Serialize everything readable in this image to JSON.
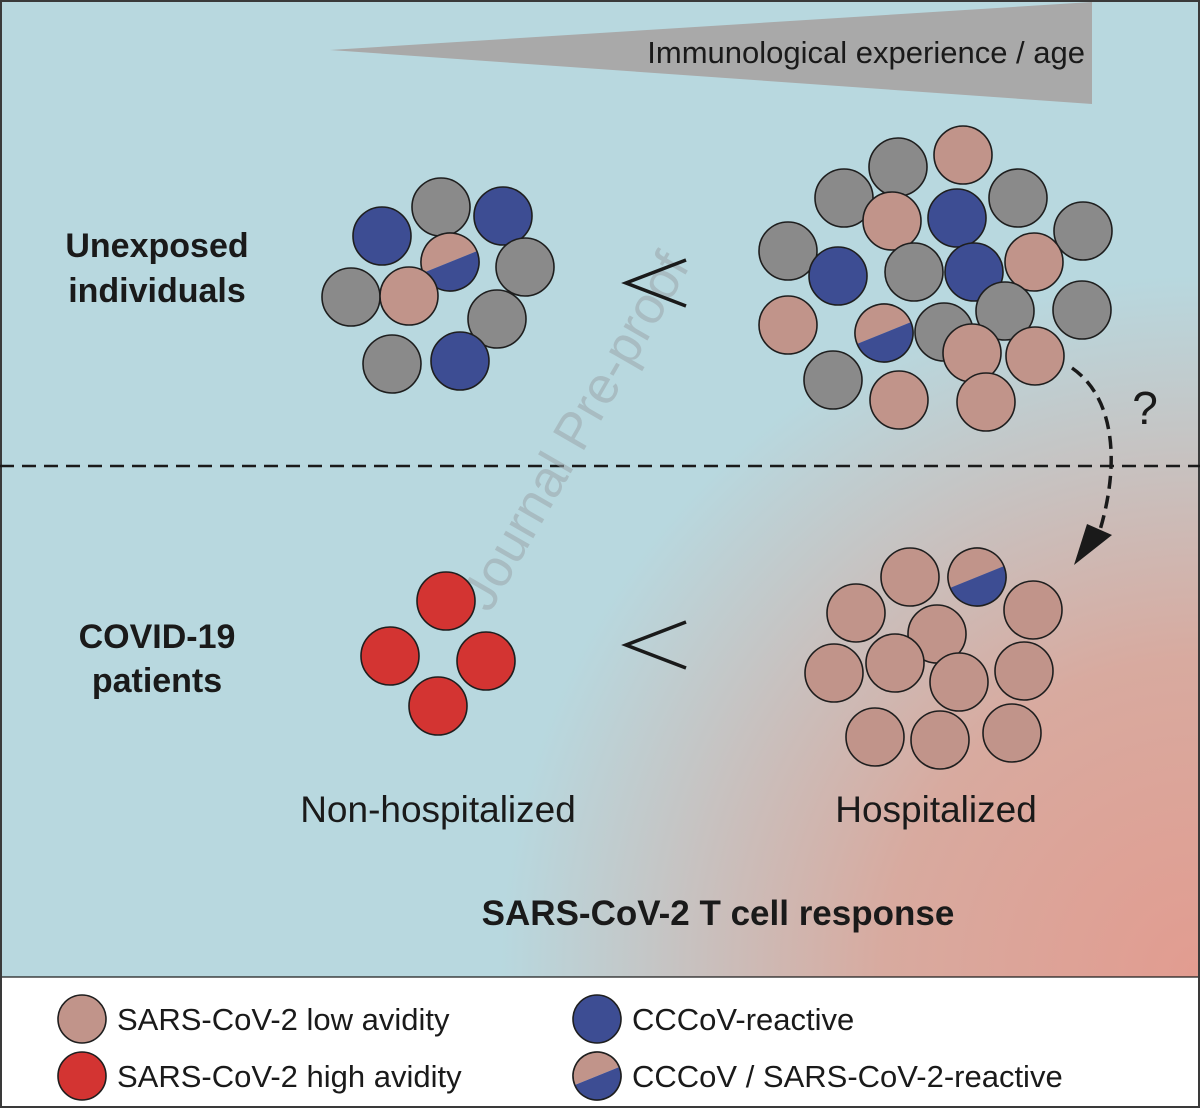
{
  "header": {
    "gradient_label": "Immunological experience / age"
  },
  "rows": {
    "top_label_line1": "Unexposed",
    "top_label_line2": "individuals",
    "bottom_label_line1": "COVID-19",
    "bottom_label_line2": "patients",
    "comparison_symbol": "<"
  },
  "groups": {
    "left_caption": "Non-hospitalized",
    "right_caption": "Hospitalized"
  },
  "arrow": {
    "question_mark": "?"
  },
  "footer_title": "SARS-CoV-2 T cell response",
  "watermark": "Journal Pre-proof",
  "legend": {
    "low_avidity": "SARS-CoV-2 low avidity",
    "high_avidity": "SARS-CoV-2 high avidity",
    "cccov_reactive": "CCCoV-reactive",
    "cross_reactive": "CCCoV / SARS-CoV-2-reactive"
  },
  "colors": {
    "background": "#b8d8df",
    "gradient_corner": "#e29c90",
    "legend_background": "#ffffff",
    "low_avidity": "#c1948a",
    "high_avidity": "#d33432",
    "cccov_reactive": "#3d4d93",
    "unrelated": "#8a8a8a",
    "wedge": "#a9a9a9",
    "outline": "#1e1e1e"
  }
}
